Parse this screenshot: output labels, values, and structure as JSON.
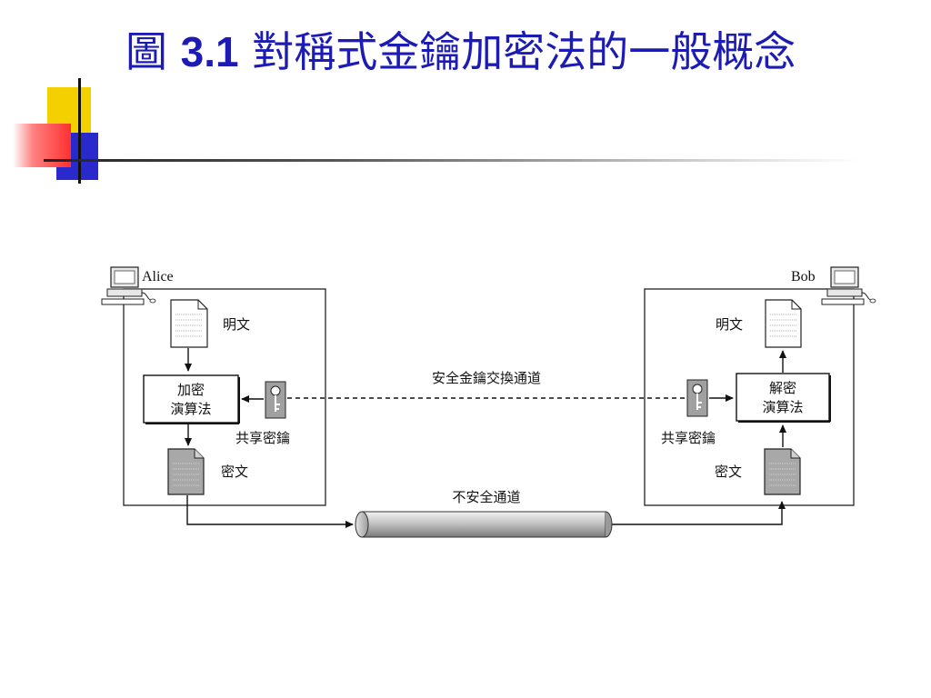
{
  "slide": {
    "title_prefix": "圖 ",
    "title_number": "3.1",
    "title_text": "  對稱式金鑰加密法的一般概念"
  },
  "diagram": {
    "alice_label": "Alice",
    "bob_label": "Bob",
    "alice_plaintext_label": "明文",
    "alice_ciphertext_label": "密文",
    "alice_key_label": "共享密鑰",
    "encrypt_box_line1": "加密",
    "encrypt_box_line2": "演算法",
    "bob_plaintext_label": "明文",
    "bob_ciphertext_label": "密文",
    "bob_key_label": "共享密鑰",
    "decrypt_box_line1": "解密",
    "decrypt_box_line2": "演算法",
    "secure_channel_label": "安全金鑰交換通道",
    "insecure_channel_label": "不安全通道"
  },
  "colors": {
    "title": "#1c1cb4",
    "deco_yellow": "#f5d000",
    "deco_blue": "#2a2acc",
    "deco_red": "#ff4040",
    "doc_gray": "#a8a8a8",
    "pipe_gray": "#bdbdbd"
  },
  "icons": [
    "computer-icon",
    "document-icon",
    "key-icon"
  ]
}
